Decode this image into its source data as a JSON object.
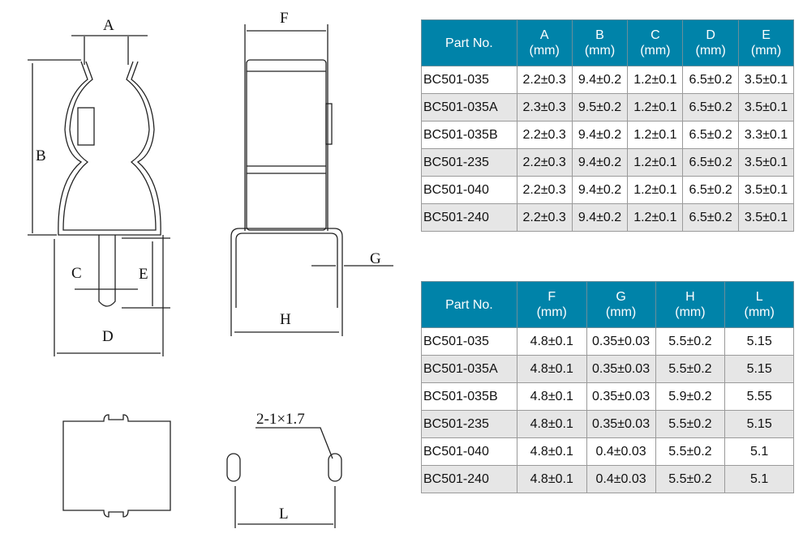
{
  "drawing_labels": {
    "A": "A",
    "B": "B",
    "C": "C",
    "D": "D",
    "E": "E",
    "F": "F",
    "G": "G",
    "H": "H",
    "L": "L",
    "hole": "2-1×1.7"
  },
  "colors": {
    "header": "#0083a9",
    "alt_row": "#e6e6e6"
  },
  "table1": {
    "headers": [
      {
        "l1": "Part No.",
        "l2": ""
      },
      {
        "l1": "A",
        "l2": "(mm)"
      },
      {
        "l1": "B",
        "l2": "(mm)"
      },
      {
        "l1": "C",
        "l2": "(mm)"
      },
      {
        "l1": "D",
        "l2": "(mm)"
      },
      {
        "l1": "E",
        "l2": "(mm)"
      }
    ],
    "rows": [
      [
        "BC501-035",
        "2.2±0.3",
        "9.4±0.2",
        "1.2±0.1",
        "6.5±0.2",
        "3.5±0.1"
      ],
      [
        "BC501-035A",
        "2.3±0.3",
        "9.5±0.2",
        "1.2±0.1",
        "6.5±0.2",
        "3.5±0.1"
      ],
      [
        "BC501-035B",
        "2.2±0.3",
        "9.4±0.2",
        "1.2±0.1",
        "6.5±0.2",
        "3.3±0.1"
      ],
      [
        "BC501-235",
        "2.2±0.3",
        "9.4±0.2",
        "1.2±0.1",
        "6.5±0.2",
        "3.5±0.1"
      ],
      [
        "BC501-040",
        "2.2±0.3",
        "9.4±0.2",
        "1.2±0.1",
        "6.5±0.2",
        "3.5±0.1"
      ],
      [
        "BC501-240",
        "2.2±0.3",
        "9.4±0.2",
        "1.2±0.1",
        "6.5±0.2",
        "3.5±0.1"
      ]
    ]
  },
  "table2": {
    "headers": [
      {
        "l1": "Part No.",
        "l2": ""
      },
      {
        "l1": "F",
        "l2": "(mm)"
      },
      {
        "l1": "G",
        "l2": "(mm)"
      },
      {
        "l1": "H",
        "l2": "(mm)"
      },
      {
        "l1": "L",
        "l2": "(mm)"
      }
    ],
    "rows": [
      [
        "BC501-035",
        "4.8±0.1",
        "0.35±0.03",
        "5.5±0.2",
        "5.15"
      ],
      [
        "BC501-035A",
        "4.8±0.1",
        "0.35±0.03",
        "5.5±0.2",
        "5.15"
      ],
      [
        "BC501-035B",
        "4.8±0.1",
        "0.35±0.03",
        "5.9±0.2",
        "5.55"
      ],
      [
        "BC501-235",
        "4.8±0.1",
        "0.35±0.03",
        "5.5±0.2",
        "5.15"
      ],
      [
        "BC501-040",
        "4.8±0.1",
        "0.4±0.03",
        "5.5±0.2",
        "5.1"
      ],
      [
        "BC501-240",
        "4.8±0.1",
        "0.4±0.03",
        "5.5±0.2",
        "5.1"
      ]
    ]
  }
}
